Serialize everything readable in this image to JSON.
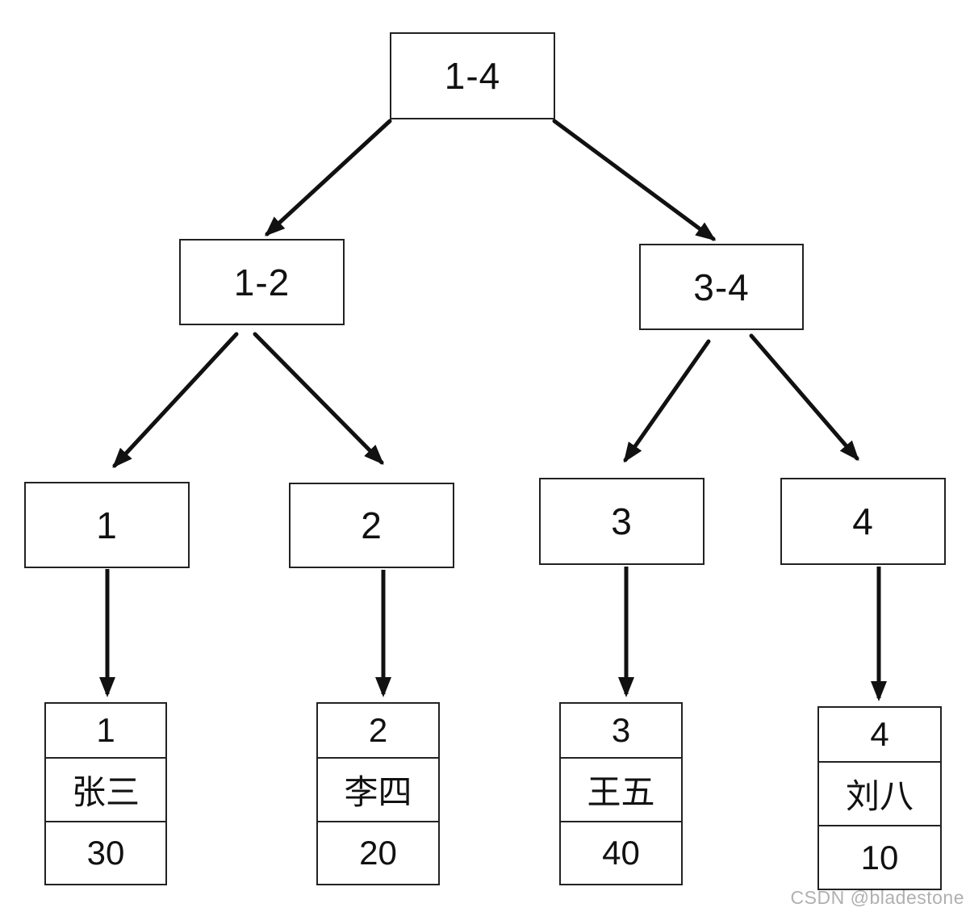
{
  "tree": {
    "root": {
      "label": "1-4"
    },
    "internal": [
      {
        "label": "1-2"
      },
      {
        "label": "3-4"
      }
    ],
    "leaves": [
      {
        "label": "1"
      },
      {
        "label": "2"
      },
      {
        "label": "3"
      },
      {
        "label": "4"
      }
    ]
  },
  "records": [
    {
      "id": "1",
      "name": "张三",
      "value": "30"
    },
    {
      "id": "2",
      "name": "李四",
      "value": "20"
    },
    {
      "id": "3",
      "name": "王五",
      "value": "40"
    },
    {
      "id": "4",
      "name": "刘八",
      "value": "10"
    }
  ],
  "watermark": "CSDN @bladestone",
  "colors": {
    "stroke": "#1b1b1b",
    "background": "#ffffff",
    "watermark": "#b0b0b0"
  }
}
